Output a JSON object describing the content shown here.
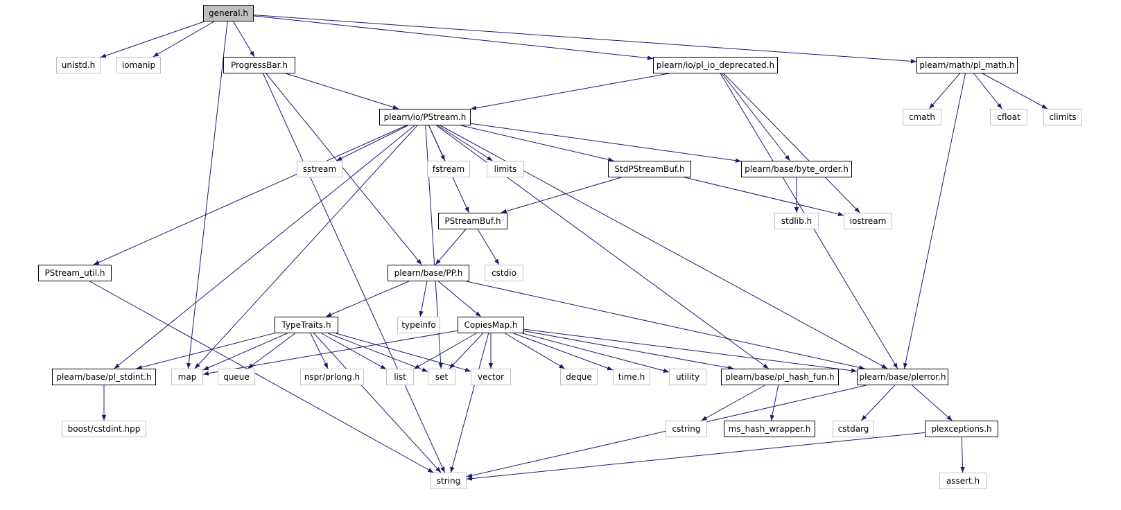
{
  "diagram": {
    "colors": {
      "edge": "#191970",
      "root_fill": "#bfbfbf",
      "internal_border": "#000000",
      "external_border": "#bfbfbf"
    },
    "nodes": [
      {
        "id": "general",
        "label": "general.h",
        "kind": "root"
      },
      {
        "id": "unistd",
        "label": "unistd.h",
        "kind": "external"
      },
      {
        "id": "iomanip",
        "label": "iomanip",
        "kind": "external"
      },
      {
        "id": "progressbar",
        "label": "ProgressBar.h",
        "kind": "internal"
      },
      {
        "id": "pl_io_deprecated",
        "label": "plearn/io/pl_io_deprecated.h",
        "kind": "internal"
      },
      {
        "id": "pl_math",
        "label": "plearn/math/pl_math.h",
        "kind": "internal"
      },
      {
        "id": "pstream",
        "label": "plearn/io/PStream.h",
        "kind": "internal"
      },
      {
        "id": "cmath",
        "label": "cmath",
        "kind": "external"
      },
      {
        "id": "cfloat",
        "label": "cfloat",
        "kind": "external"
      },
      {
        "id": "climits",
        "label": "climits",
        "kind": "external"
      },
      {
        "id": "sstream",
        "label": "sstream",
        "kind": "external"
      },
      {
        "id": "fstream",
        "label": "fstream",
        "kind": "external"
      },
      {
        "id": "limits",
        "label": "limits",
        "kind": "external"
      },
      {
        "id": "stdpstreambuf",
        "label": "StdPStreamBuf.h",
        "kind": "internal"
      },
      {
        "id": "byte_order",
        "label": "plearn/base/byte_order.h",
        "kind": "internal"
      },
      {
        "id": "pstreambuf",
        "label": "PStreamBuf.h",
        "kind": "internal"
      },
      {
        "id": "stdlib",
        "label": "stdlib.h",
        "kind": "external"
      },
      {
        "id": "iostream",
        "label": "iostream",
        "kind": "external"
      },
      {
        "id": "pstream_util",
        "label": "PStream_util.h",
        "kind": "internal"
      },
      {
        "id": "pp",
        "label": "plearn/base/PP.h",
        "kind": "internal"
      },
      {
        "id": "cstdio",
        "label": "cstdio",
        "kind": "external"
      },
      {
        "id": "typetraits",
        "label": "TypeTraits.h",
        "kind": "internal"
      },
      {
        "id": "typeinfo",
        "label": "typeinfo",
        "kind": "external"
      },
      {
        "id": "copiesmap",
        "label": "CopiesMap.h",
        "kind": "internal"
      },
      {
        "id": "pl_stdint",
        "label": "plearn/base/pl_stdint.h",
        "kind": "internal"
      },
      {
        "id": "map",
        "label": "map",
        "kind": "external"
      },
      {
        "id": "queue",
        "label": "queue",
        "kind": "external"
      },
      {
        "id": "prlong",
        "label": "nspr/prlong.h",
        "kind": "external"
      },
      {
        "id": "list",
        "label": "list",
        "kind": "external"
      },
      {
        "id": "set",
        "label": "set",
        "kind": "external"
      },
      {
        "id": "vector",
        "label": "vector",
        "kind": "external"
      },
      {
        "id": "deque",
        "label": "deque",
        "kind": "external"
      },
      {
        "id": "timeh",
        "label": "time.h",
        "kind": "external"
      },
      {
        "id": "utility",
        "label": "utility",
        "kind": "external"
      },
      {
        "id": "pl_hash_fun",
        "label": "plearn/base/pl_hash_fun.h",
        "kind": "internal"
      },
      {
        "id": "plerror",
        "label": "plearn/base/plerror.h",
        "kind": "internal"
      },
      {
        "id": "cstdint",
        "label": "boost/cstdint.hpp",
        "kind": "external"
      },
      {
        "id": "cstring",
        "label": "cstring",
        "kind": "external"
      },
      {
        "id": "ms_hash_wrapper",
        "label": "ms_hash_wrapper.h",
        "kind": "internal"
      },
      {
        "id": "cstdarg",
        "label": "cstdarg",
        "kind": "external"
      },
      {
        "id": "plexceptions",
        "label": "plexceptions.h",
        "kind": "internal"
      },
      {
        "id": "string",
        "label": "string",
        "kind": "external"
      },
      {
        "id": "asserth",
        "label": "assert.h",
        "kind": "external"
      }
    ],
    "edges": [
      [
        "general",
        "unistd"
      ],
      [
        "general",
        "iomanip"
      ],
      [
        "general",
        "progressbar"
      ],
      [
        "general",
        "map"
      ],
      [
        "general",
        "pl_io_deprecated"
      ],
      [
        "general",
        "pl_math"
      ],
      [
        "progressbar",
        "string"
      ],
      [
        "progressbar",
        "pp"
      ],
      [
        "progressbar",
        "pstream"
      ],
      [
        "pl_io_deprecated",
        "pstream"
      ],
      [
        "pl_io_deprecated",
        "byte_order"
      ],
      [
        "pl_io_deprecated",
        "iostream"
      ],
      [
        "pl_io_deprecated",
        "plerror"
      ],
      [
        "pl_math",
        "cmath"
      ],
      [
        "pl_math",
        "cfloat"
      ],
      [
        "pl_math",
        "climits"
      ],
      [
        "pl_math",
        "plerror"
      ],
      [
        "pstream",
        "pstream_util"
      ],
      [
        "pstream",
        "pl_stdint"
      ],
      [
        "pstream",
        "map"
      ],
      [
        "pstream",
        "sstream"
      ],
      [
        "pstream",
        "set"
      ],
      [
        "pstream",
        "pstreambuf"
      ],
      [
        "pstream",
        "fstream"
      ],
      [
        "pstream",
        "limits"
      ],
      [
        "pstream",
        "stdpstreambuf"
      ],
      [
        "pstream",
        "byte_order"
      ],
      [
        "pstream",
        "plerror"
      ],
      [
        "pstream",
        "pl_hash_fun"
      ],
      [
        "stdpstreambuf",
        "pstreambuf"
      ],
      [
        "stdpstreambuf",
        "iostream"
      ],
      [
        "byte_order",
        "stdlib"
      ],
      [
        "pstreambuf",
        "pp"
      ],
      [
        "pstreambuf",
        "cstdio"
      ],
      [
        "pstream_util",
        "string"
      ],
      [
        "pp",
        "typetraits"
      ],
      [
        "pp",
        "typeinfo"
      ],
      [
        "pp",
        "copiesmap"
      ],
      [
        "pp",
        "plerror"
      ],
      [
        "typetraits",
        "pl_stdint"
      ],
      [
        "typetraits",
        "map"
      ],
      [
        "typetraits",
        "queue"
      ],
      [
        "typetraits",
        "prlong"
      ],
      [
        "typetraits",
        "list"
      ],
      [
        "typetraits",
        "set"
      ],
      [
        "typetraits",
        "vector"
      ],
      [
        "typetraits",
        "string"
      ],
      [
        "copiesmap",
        "map"
      ],
      [
        "copiesmap",
        "list"
      ],
      [
        "copiesmap",
        "set"
      ],
      [
        "copiesmap",
        "vector"
      ],
      [
        "copiesmap",
        "string"
      ],
      [
        "copiesmap",
        "deque"
      ],
      [
        "copiesmap",
        "timeh"
      ],
      [
        "copiesmap",
        "utility"
      ],
      [
        "copiesmap",
        "pl_hash_fun"
      ],
      [
        "copiesmap",
        "plerror"
      ],
      [
        "pl_stdint",
        "cstdint"
      ],
      [
        "pl_hash_fun",
        "cstring"
      ],
      [
        "pl_hash_fun",
        "ms_hash_wrapper"
      ],
      [
        "plerror",
        "cstdarg"
      ],
      [
        "plerror",
        "plexceptions"
      ],
      [
        "plerror",
        "string"
      ],
      [
        "plexceptions",
        "string"
      ],
      [
        "plexceptions",
        "asserth"
      ]
    ]
  }
}
